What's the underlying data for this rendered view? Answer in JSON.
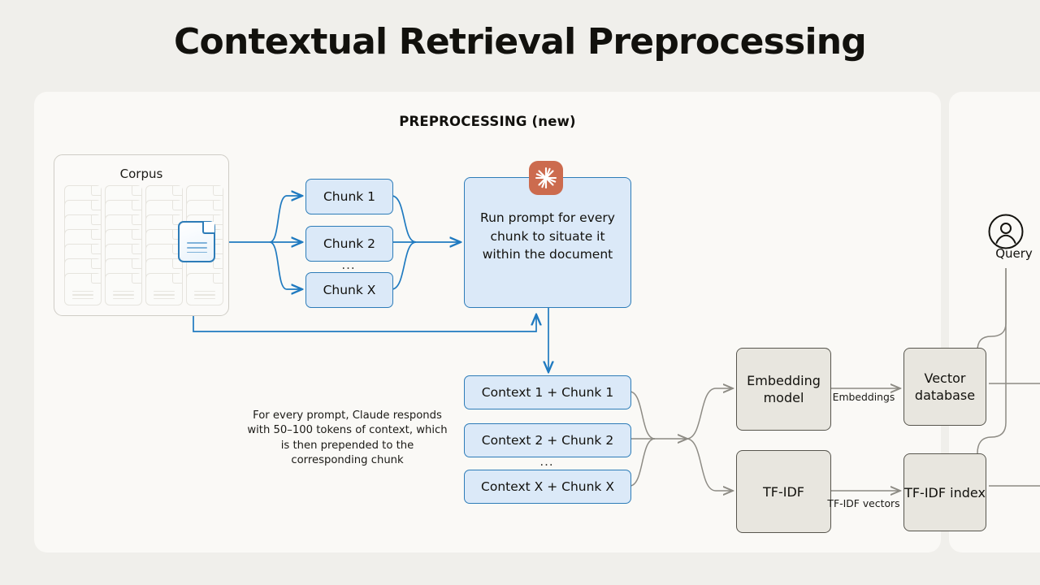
{
  "page": {
    "title": "Contextual Retrieval Preprocessing",
    "background_color": "#f0efeb",
    "panel_color": "#faf9f6"
  },
  "section": {
    "label": "PREPROCESSING (new)"
  },
  "corpus": {
    "title": "Corpus",
    "doc_columns": 4,
    "docs_per_column": 7,
    "active_doc": {
      "column": 4,
      "row": 4,
      "color": "#2d7cb8"
    }
  },
  "chunks": {
    "items": [
      {
        "label": "Chunk 1"
      },
      {
        "label": "Chunk 2"
      },
      {
        "label": "Chunk X"
      }
    ],
    "ellipsis": "..."
  },
  "prompt": {
    "text": "Run prompt for every chunk to situate it within the document",
    "icon": "claude-starburst-icon",
    "icon_color": "#cc6b4e",
    "fill_color": "#dbe9f8",
    "border_color": "#2d7cb8"
  },
  "caption": {
    "text": "For every prompt, Claude responds with 50–100 tokens of context, which is then prepended to the corresponding chunk"
  },
  "contexts": {
    "items": [
      {
        "label": "Context 1 + Chunk 1"
      },
      {
        "label": "Context 2 + Chunk 2"
      },
      {
        "label": "Context X + Chunk X"
      }
    ],
    "ellipsis": "..."
  },
  "pipeline": {
    "embedding_model": "Embedding model",
    "tfidf": "TF-IDF",
    "vector_database": "Vector database",
    "tfidf_index": "TF-IDF index",
    "edge_embeddings": "Embeddings",
    "edge_tfidf_vectors": "TF-IDF vectors",
    "box_fill": "#e8e6df",
    "box_border": "#58564e"
  },
  "query": {
    "label": "Query",
    "icon": "user-circle-icon"
  }
}
